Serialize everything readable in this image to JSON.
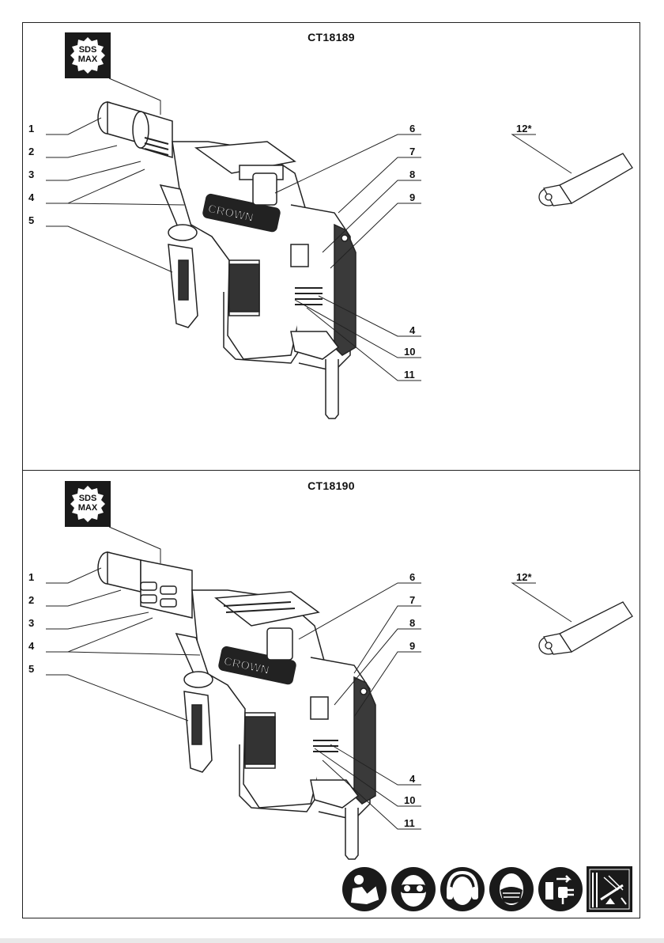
{
  "panels": [
    {
      "model": "CT18189",
      "badge": {
        "line1": "SDS",
        "line2": "MAX"
      },
      "callouts_left": [
        "1",
        "2",
        "3",
        "4",
        "5"
      ],
      "callouts_right": [
        "6",
        "7",
        "8",
        "9",
        "4",
        "10",
        "11"
      ],
      "accessory_label": "12*",
      "brand": "CROWN"
    },
    {
      "model": "CT18190",
      "badge": {
        "line1": "SDS",
        "line2": "MAX"
      },
      "callouts_left": [
        "1",
        "2",
        "3",
        "4",
        "5"
      ],
      "callouts_right": [
        "6",
        "7",
        "8",
        "9",
        "4",
        "10",
        "11"
      ],
      "accessory_label": "12*",
      "brand": "CROWN"
    }
  ],
  "safety_icons": [
    "read-manual-icon",
    "eye-protection-icon",
    "ear-protection-icon",
    "dust-mask-icon",
    "unplug-before-service-icon",
    "check-hidden-wiring-icon"
  ],
  "colors": {
    "ink": "#1a1a1a",
    "grip": "#3a3a3a",
    "paper": "#ffffff"
  }
}
